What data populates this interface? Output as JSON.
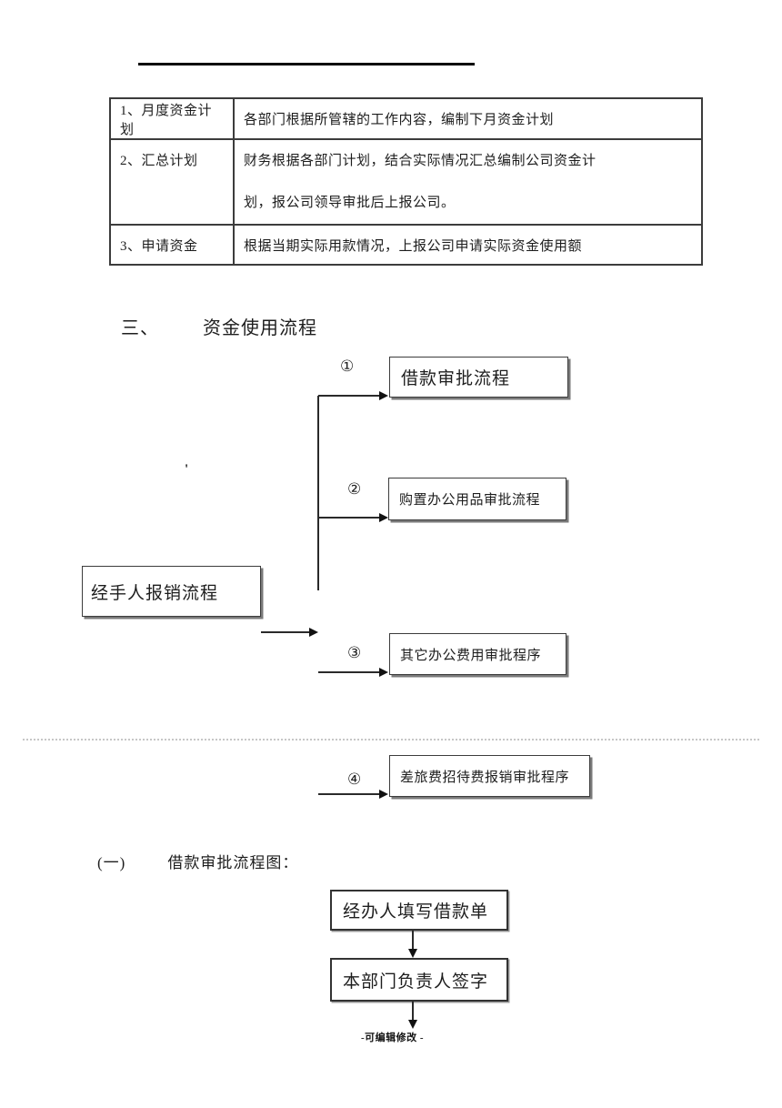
{
  "table": {
    "rows": [
      {
        "label": "1、月度资金计划",
        "lines": [
          "各部门根据所管辖的工作内容，编制下月资金计划",
          ""
        ]
      },
      {
        "label": "2、汇总计划",
        "lines": [
          "财务根据各部门计划，结合实际情况汇总编制公司资金计",
          "划，报公司领导审批后上报公司。"
        ]
      },
      {
        "label": "3、申请资金",
        "lines": [
          "根据当期实际用款情况，上报公司申请实际资金使用额",
          ""
        ]
      }
    ]
  },
  "section_heading": {
    "prefix": "三、",
    "text": "资金使用流程"
  },
  "flowchart": {
    "apostrophe": "'",
    "source_box": "经手人报销流程",
    "branches": [
      {
        "num": "①",
        "label": "借款审批流程"
      },
      {
        "num": "②",
        "label": "购置办公用品审批流程"
      },
      {
        "num": "③",
        "label": "其它办公费用审批程序"
      },
      {
        "num": "④",
        "label": "差旅费招待费报销审批程序"
      }
    ]
  },
  "sub_heading": {
    "prefix": "(一)",
    "text": "借款审批流程图："
  },
  "loan_flow": {
    "steps": [
      "经办人填写借款单",
      "本部门负责人签字"
    ]
  },
  "footer": "-可编辑修改 -"
}
